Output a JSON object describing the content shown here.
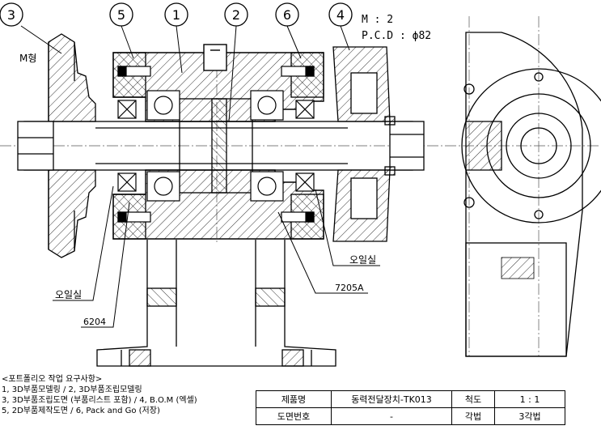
{
  "balloons": [
    "3",
    "5",
    "1",
    "2",
    "6",
    "4"
  ],
  "gear_spec": {
    "module": "M : 2",
    "pcd": "P.C.D : ϕ82"
  },
  "pulley_type": "M형",
  "callouts": {
    "oil_seal_right": "오일실",
    "oil_seal_left": "오일실",
    "bearing_7205": "7205A",
    "bearing_6204": "6204"
  },
  "requirements": {
    "heading": "<포트폴리오 작업 요구사항>",
    "lines": [
      "1, 3D부품모델링 / 2, 3D부품조립모델링",
      "3, 3D부품조립도면 (부품리스트 포함) / 4, B.O.M (엑셀)",
      "5, 2D부품제작도면 / 6, Pack and Go (저장)"
    ]
  },
  "title_block": {
    "product_label": "제품명",
    "product_value": "동력전달장치-TK013",
    "scale_label": "척도",
    "scale_value": "1 : 1",
    "drawing_no_label": "도면번호",
    "drawing_no_value": "-",
    "projection_label": "각법",
    "projection_value": "3각법"
  }
}
